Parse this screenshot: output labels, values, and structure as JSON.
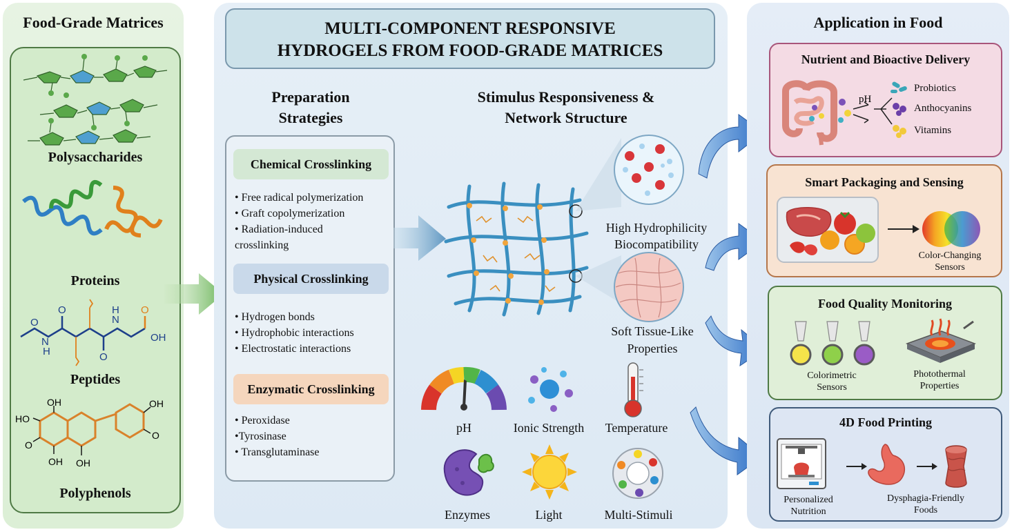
{
  "title": {
    "line1": "MULTI-COMPONENT RESPONSIVE",
    "line2": "HYDROGELS FROM FOOD-GRADE MATRICES"
  },
  "left": {
    "heading": "Food-Grade Matrices",
    "items": [
      "Polysaccharides",
      "Proteins",
      "Peptides",
      "Polyphenols"
    ],
    "chem_labels": {
      "oh": "OH",
      "o": "O",
      "n": "N",
      "h": "H"
    }
  },
  "middle": {
    "prep_heading": {
      "line1": "Preparation",
      "line2": "Strategies"
    },
    "stim_heading": {
      "line1": "Stimulus Responsiveness &",
      "line2": "Network Structure"
    },
    "strategies": [
      {
        "name": "Chemical Crosslinking",
        "color": "#d4e8d4",
        "items": [
          "• Free radical polymerization",
          "• Graft copolymerization",
          "• Radiation-induced",
          "crosslinking"
        ]
      },
      {
        "name": "Physical Crosslinking",
        "color": "#c9d9ea",
        "items": [
          "• Hydrogen bonds",
          "• Hydrophobic interactions",
          "• Electrostatic interactions"
        ]
      },
      {
        "name": "Enzymatic Crosslinking",
        "color": "#f5d6bd",
        "items": [
          "• Peroxidase",
          "•Tyrosinase",
          "• Transglutaminase"
        ]
      }
    ],
    "properties": [
      {
        "line1": "High Hydrophilicity",
        "line2": "Biocompatibility"
      },
      {
        "line1": "Soft Tissue-Like",
        "line2": "Properties"
      }
    ],
    "stimuli": [
      "pH",
      "Ionic Strength",
      "Temperature",
      "Enzymes",
      "Light",
      "Multi-Stimuli"
    ]
  },
  "right": {
    "heading": "Application in Food",
    "nutrient": {
      "title": "Nutrient and Bioactive Delivery",
      "ph": "pH",
      "items": [
        "Probiotics",
        "Anthocyanins",
        "Vitamins"
      ],
      "bg": "#f4dbe4",
      "border": "#a8557a"
    },
    "packaging": {
      "title": "Smart Packaging and Sensing",
      "caption1": "Color-Changing",
      "caption2": "Sensors",
      "bg": "#f8e3d2",
      "border": "#b5764a"
    },
    "quality": {
      "title": "Food Quality Monitoring",
      "cap1a": "Colorimetric",
      "cap1b": "Sensors",
      "cap2a": "Photothermal",
      "cap2b": "Properties",
      "bg": "#e0efd8",
      "border": "#4f7a45"
    },
    "printing": {
      "title": "4D Food Printing",
      "cap1a": "Personalized",
      "cap1b": "Nutrition",
      "cap2a": "Dysphagia-Friendly",
      "cap2b": "Foods",
      "bg": "#dde6f3",
      "border": "#3f5a7a"
    }
  }
}
